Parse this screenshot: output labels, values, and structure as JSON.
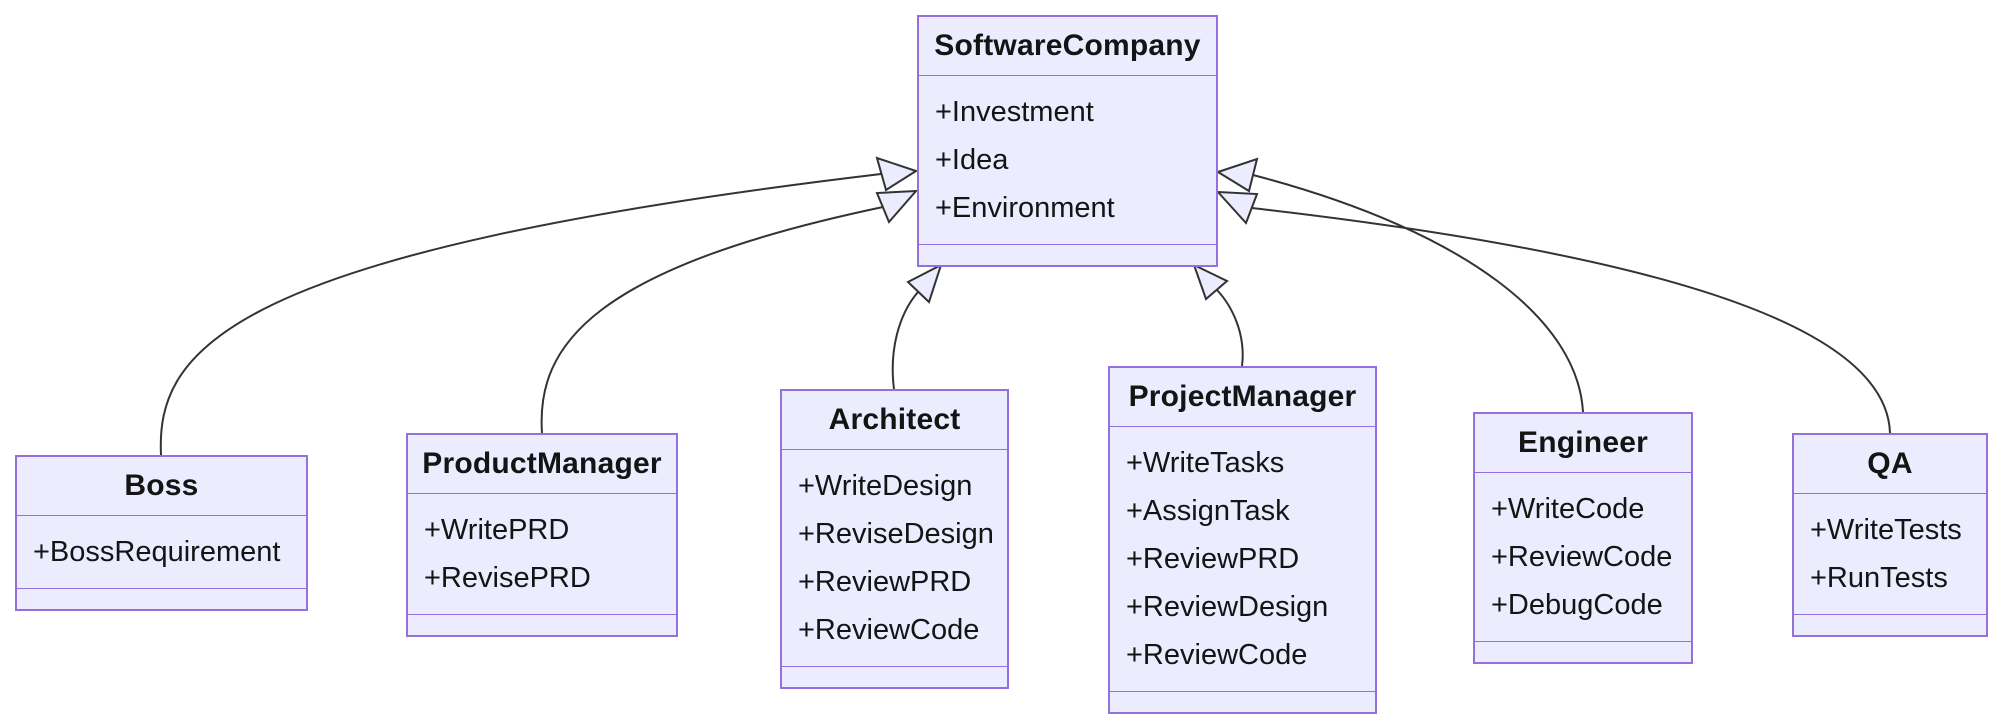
{
  "diagram": {
    "kind": "uml-class-diagram",
    "classes": [
      {
        "id": "SoftwareCompany",
        "title": "SoftwareCompany",
        "attributes": [
          "+Investment",
          "+Idea",
          "+Environment"
        ]
      },
      {
        "id": "Boss",
        "title": "Boss",
        "attributes": [
          "+BossRequirement"
        ]
      },
      {
        "id": "ProductManager",
        "title": "ProductManager",
        "attributes": [
          "+WritePRD",
          "+RevisePRD"
        ]
      },
      {
        "id": "Architect",
        "title": "Architect",
        "attributes": [
          "+WriteDesign",
          "+ReviseDesign",
          "+ReviewPRD",
          "+ReviewCode"
        ]
      },
      {
        "id": "ProjectManager",
        "title": "ProjectManager",
        "attributes": [
          "+WriteTasks",
          "+AssignTask",
          "+ReviewPRD",
          "+ReviewDesign",
          "+ReviewCode"
        ]
      },
      {
        "id": "Engineer",
        "title": "Engineer",
        "attributes": [
          "+WriteCode",
          "+ReviewCode",
          "+DebugCode"
        ]
      },
      {
        "id": "QA",
        "title": "QA",
        "attributes": [
          "+WriteTests",
          "+RunTests"
        ]
      }
    ],
    "relations": [
      {
        "from": "Boss",
        "to": "SoftwareCompany",
        "type": "inheritance"
      },
      {
        "from": "ProductManager",
        "to": "SoftwareCompany",
        "type": "inheritance"
      },
      {
        "from": "Architect",
        "to": "SoftwareCompany",
        "type": "inheritance"
      },
      {
        "from": "ProjectManager",
        "to": "SoftwareCompany",
        "type": "inheritance"
      },
      {
        "from": "Engineer",
        "to": "SoftwareCompany",
        "type": "inheritance"
      },
      {
        "from": "QA",
        "to": "SoftwareCompany",
        "type": "inheritance"
      }
    ],
    "colors": {
      "node_fill": "#ECECFF",
      "node_border": "#9370DB",
      "edge": "#333333",
      "text": "#141414",
      "background": "#FFFFFF"
    }
  }
}
